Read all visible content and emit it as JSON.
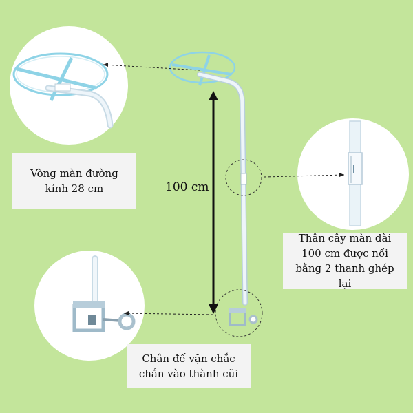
{
  "labels": {
    "ring": "Vòng màn đường kính 28 cm",
    "height": "100 cm",
    "pole": "Thân cây màn dài 100 cm được nối bằng 2 thanh ghép lại",
    "clamp": "Chân đế vặn chắc chắn vào thành cũi"
  },
  "colors": {
    "background": "#c3e59b",
    "rod": "#e8f2f8",
    "ring": "#8ed3e6",
    "bracket": "#9fbac9"
  }
}
